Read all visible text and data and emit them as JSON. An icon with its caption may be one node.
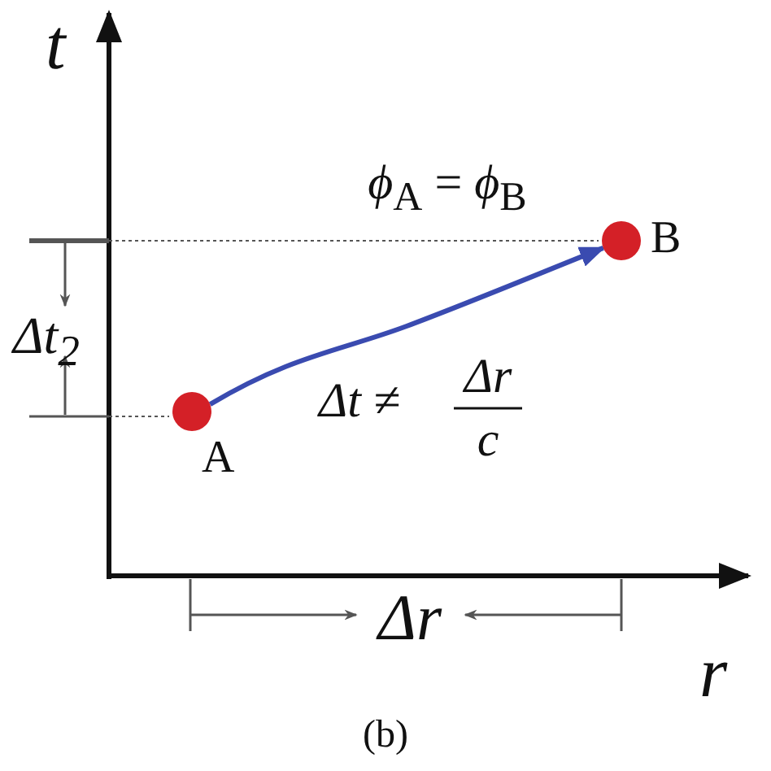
{
  "diagram": {
    "caption": "(b)",
    "nodes": [
      {
        "text": [],
        "shape": "circle",
        "beside": [
          "A"
        ]
      },
      {
        "text": [],
        "shape": "circle",
        "beside": [
          "B"
        ]
      }
    ],
    "edges": [
      {
        "from": 0,
        "to": 1,
        "arrow": "to"
      }
    ],
    "labels": [
      "t",
      "*ϕ*$_{A}$ = *ϕ*$_{B}$",
      "Δt$_{2}$",
      "Δt ≠",
      "Δr",
      "c",
      "Δr",
      "r"
    ]
  }
}
